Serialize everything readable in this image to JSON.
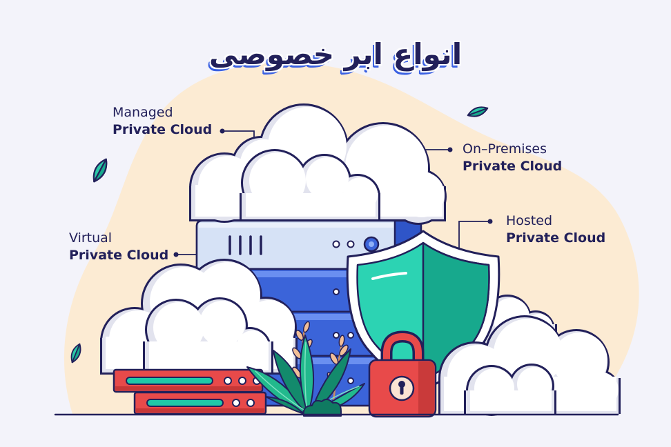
{
  "title": "انواع ابر خصوصی",
  "labels": {
    "managed": {
      "line1": "Managed",
      "line2": "Private Cloud"
    },
    "on_premises": {
      "line1": "On–Premises",
      "line2": "Private Cloud"
    },
    "hosted": {
      "line1": "Hosted",
      "line2": "Private Cloud"
    },
    "virtual": {
      "line1": "Virtual",
      "line2": "Private Cloud"
    }
  },
  "colors": {
    "background": "#f3f3fa",
    "blob": "#fcebd3",
    "ink": "#22205a",
    "title_shadow": "#3b61e2",
    "server_blue": "#3b64d9",
    "shield_teal": "#2cd3b3",
    "lock_red": "#e84a4a",
    "leaf_green": "#22b98d"
  }
}
